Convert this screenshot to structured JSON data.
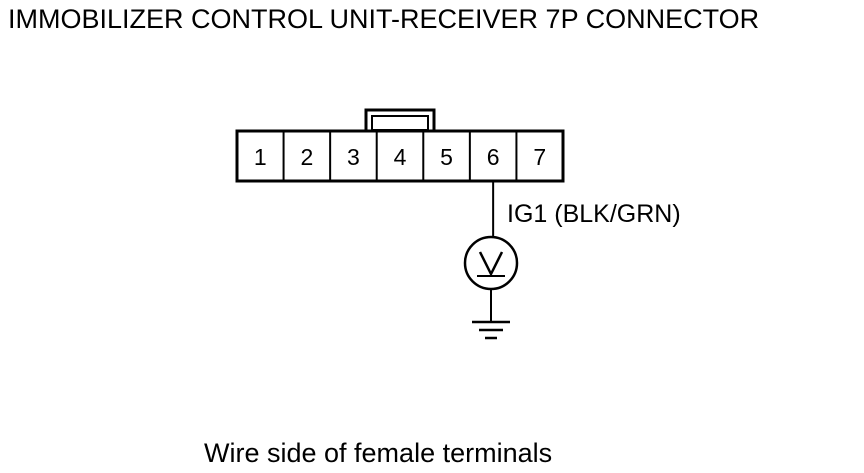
{
  "title": "IMMOBILIZER CONTROL UNIT-RECEIVER 7P CONNECTOR",
  "connector": {
    "pins": [
      "1",
      "2",
      "3",
      "4",
      "5",
      "6",
      "7"
    ],
    "probed_pin": "6"
  },
  "wire_label": "IG1 (BLK/GRN)",
  "meter": {
    "type": "voltmeter",
    "icon": "voltmeter-icon",
    "symbol": "V"
  },
  "ground": {
    "icon": "ground-icon"
  },
  "caption": "Wire side of female terminals",
  "colors": {
    "line": "#000000",
    "background": "#ffffff"
  }
}
